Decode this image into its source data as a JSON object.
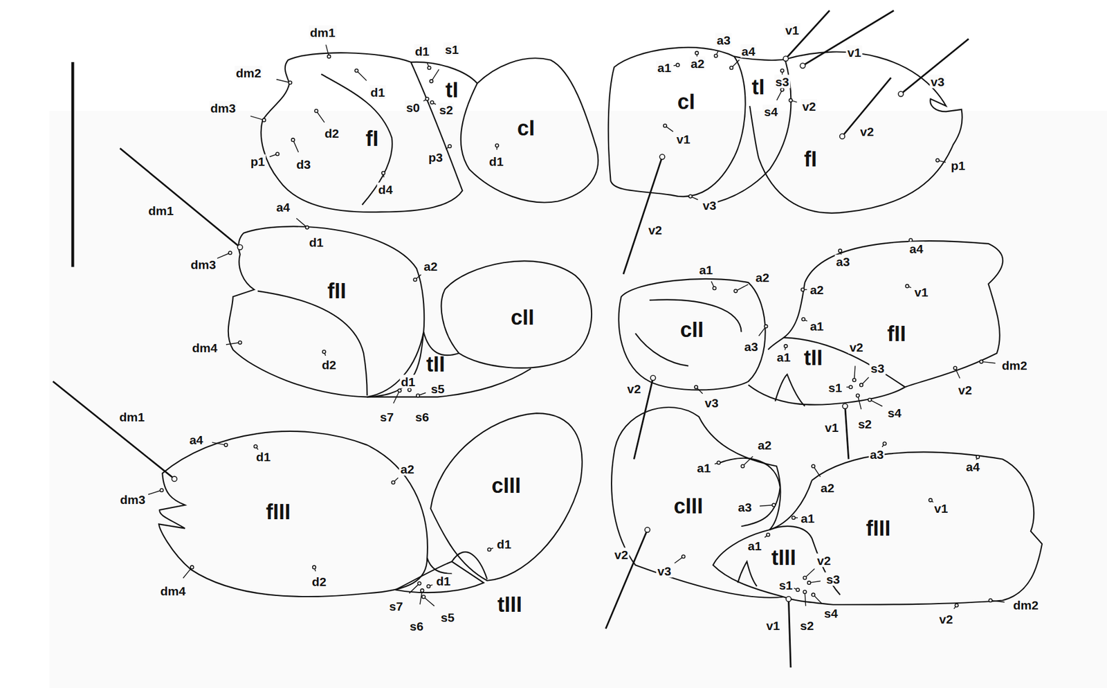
{
  "diagram": {
    "labels": [
      "dm1",
      "dm2",
      "dm3",
      "d1",
      "d2",
      "fI",
      "p1",
      "d3",
      "d4",
      "d1",
      "s1",
      "tI",
      "s0",
      "s2",
      "p3",
      "cI",
      "d1",
      "dm1",
      "a4",
      "d1",
      "dm3",
      "a2",
      "fII",
      "cII",
      "dm4",
      "d2",
      "tII",
      "d1",
      "s5",
      "s7",
      "s6",
      "dm1",
      "a4",
      "d1",
      "a2",
      "dm3",
      "fIII",
      "cIII",
      "d1",
      "dm4",
      "d2",
      "d1",
      "s7",
      "s5",
      "s6",
      "tIII",
      "v1",
      "a3",
      "a4",
      "v1",
      "a1",
      "a2",
      "v3",
      "cI",
      "tI",
      "s3",
      "s4",
      "v2",
      "v1",
      "v2",
      "fI",
      "p1",
      "v3",
      "v2",
      "a1",
      "a2",
      "a3",
      "a4",
      "a2",
      "v1",
      "cII",
      "fII",
      "a1",
      "a3",
      "a1",
      "tII",
      "v2",
      "s3",
      "dm2",
      "s1",
      "v2",
      "v3",
      "v2",
      "s2",
      "s4",
      "v1",
      "a1",
      "a2",
      "a3",
      "a4",
      "a2",
      "cIII",
      "a3",
      "v1",
      "a1",
      "fIII",
      "a1",
      "tIII",
      "v2",
      "v2",
      "s3",
      "s1",
      "v3",
      "dm2",
      "v2",
      "s4",
      "v1",
      "s2"
    ]
  }
}
